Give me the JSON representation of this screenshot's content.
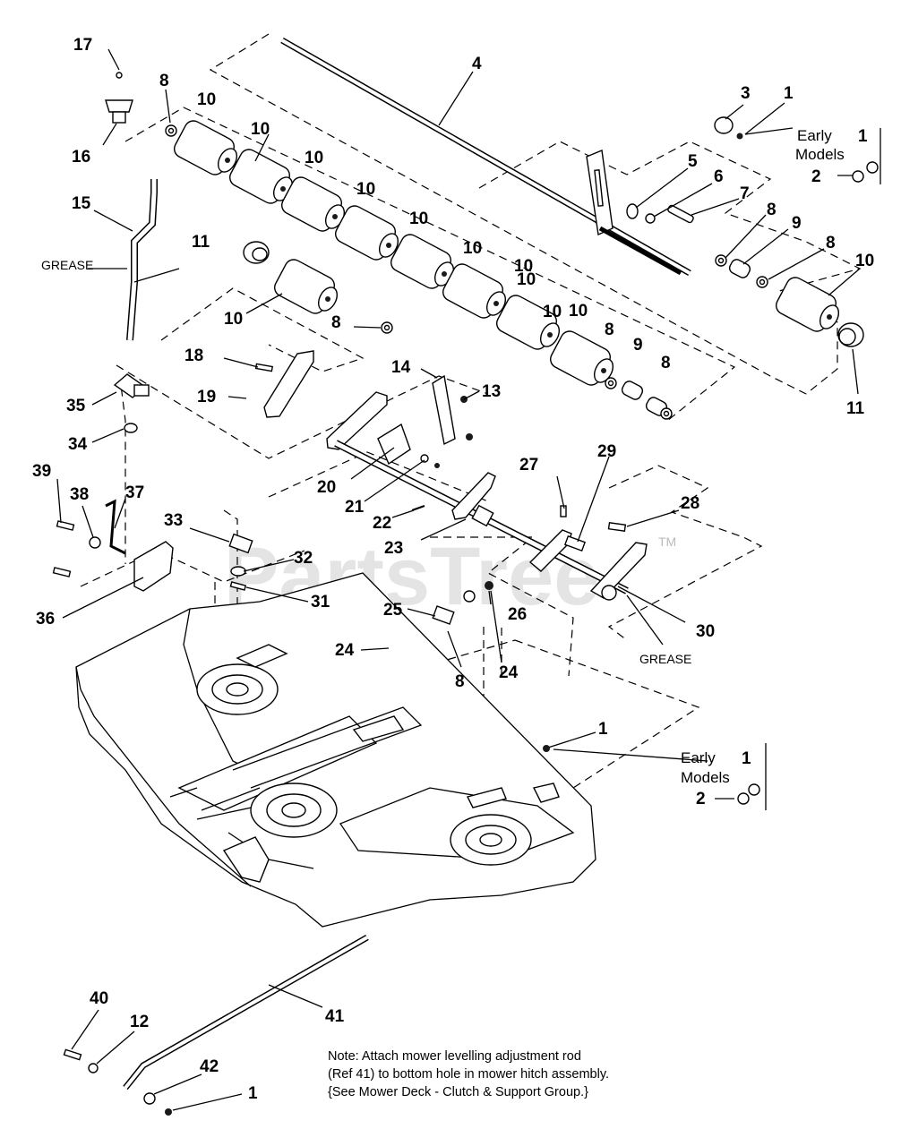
{
  "watermark": "PartsTree",
  "watermark_tm": "TM",
  "labels": {
    "grease_left": "GREASE",
    "grease_right": "GREASE",
    "early_models": "Early\nModels",
    "early_models_line1": "Early",
    "early_models_line2": "Models"
  },
  "callouts": [
    "17",
    "8",
    "10",
    "16",
    "10",
    "10",
    "15",
    "10",
    "10",
    "11",
    "10",
    "10",
    "10",
    "10",
    "10",
    "8",
    "18",
    "14",
    "13",
    "19",
    "35",
    "34",
    "20",
    "21",
    "22",
    "39",
    "38",
    "37",
    "33",
    "23",
    "27",
    "29",
    "28",
    "32",
    "31",
    "36",
    "25",
    "26",
    "30",
    "24",
    "24",
    "8",
    "1",
    "1",
    "2",
    "1",
    "2",
    "3",
    "1",
    "4",
    "5",
    "6",
    "7",
    "8",
    "9",
    "8",
    "10",
    "11",
    "8",
    "9",
    "8",
    "10",
    "40",
    "12",
    "42",
    "1",
    "41"
  ],
  "note": {
    "line1": "Note: Attach mower levelling adjustment rod",
    "line2": "(Ref 41) to bottom hole in mower hitch assembly.",
    "line3": "{See Mower Deck - Clutch & Support Group.}"
  }
}
